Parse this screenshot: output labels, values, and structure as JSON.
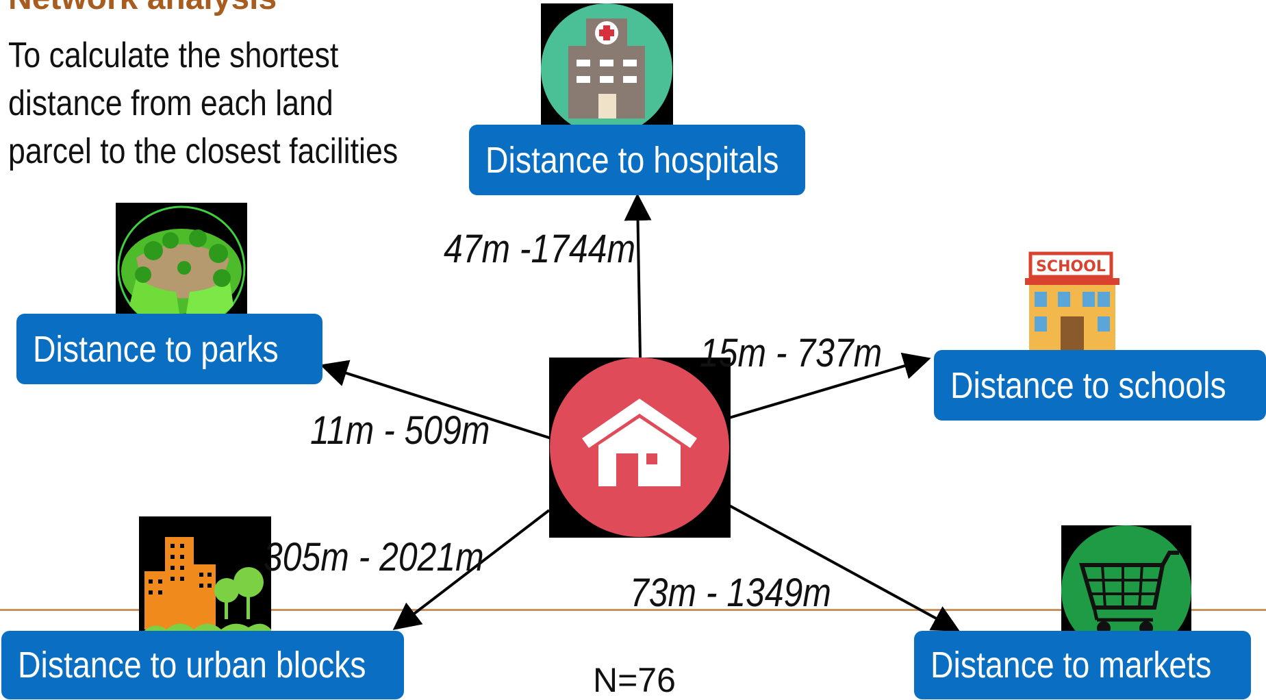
{
  "title": "Network analysis",
  "subtitle": "To calculate the shortest distance from each land parcel to the closest facilities",
  "center_icon": "house-icon",
  "facilities": {
    "hospitals": {
      "label": "Distance to hospitals",
      "range": "47m -1744m",
      "icon": "hospital-icon"
    },
    "parks": {
      "label": "Distance to parks",
      "range": "11m - 509m",
      "icon": "park-icon"
    },
    "schools": {
      "label": "Distance to schools",
      "range": "15m - 737m",
      "icon": "school-icon"
    },
    "urban_blocks": {
      "label": "Distance to urban blocks",
      "range": "305m - 2021m",
      "icon": "city-icon"
    },
    "markets": {
      "label": "Distance to markets",
      "range": "73m - 1349m",
      "icon": "shopping-cart-icon"
    }
  },
  "n_label": "N=76",
  "colors": {
    "box_blue": "#0a6fc2",
    "title_brown": "#a65d1f",
    "house_red": "#e04b5a",
    "hospital_teal": "#4bbf96",
    "market_green": "#1f9a45"
  }
}
